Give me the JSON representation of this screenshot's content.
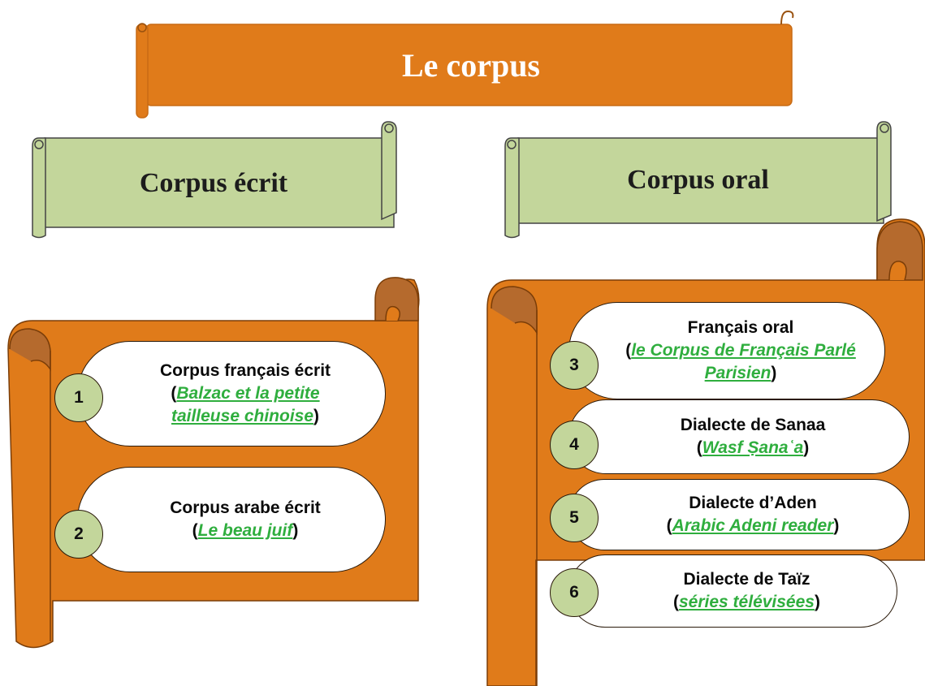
{
  "title": "Le corpus",
  "left": {
    "heading": "Corpus écrit",
    "items": [
      {
        "num": "1",
        "line1": "Corpus français écrit",
        "open": "(",
        "ref": "Balzac et la petite tailleuse chinoise",
        "close": ")"
      },
      {
        "num": "2",
        "line1": "Corpus arabe écrit",
        "open": "(",
        "ref": "Le beau juif",
        "close": ")"
      }
    ]
  },
  "right": {
    "heading": "Corpus oral",
    "items": [
      {
        "num": "3",
        "line1": "Français oral",
        "open": "(",
        "ref": "le Corpus de Français Parlé Parisien",
        "close": ")"
      },
      {
        "num": "4",
        "line1": "Dialecte de Sanaa",
        "open": "(",
        "ref": "Wasf Ṣanaʿa",
        "close": ")"
      },
      {
        "num": "5",
        "line1": "Dialecte d’Aden",
        "open": "(",
        "ref": "Arabic Adeni reader",
        "close": ")"
      },
      {
        "num": "6",
        "line1": "Dialecte de Taïz",
        "open": "(",
        "ref": "séries télévisées",
        "close": ")"
      }
    ]
  },
  "colors": {
    "orange": "#e07b1a",
    "orange_dark": "#a85a12",
    "green_scroll": "#c3d69b",
    "link_green": "#2fae3e"
  }
}
